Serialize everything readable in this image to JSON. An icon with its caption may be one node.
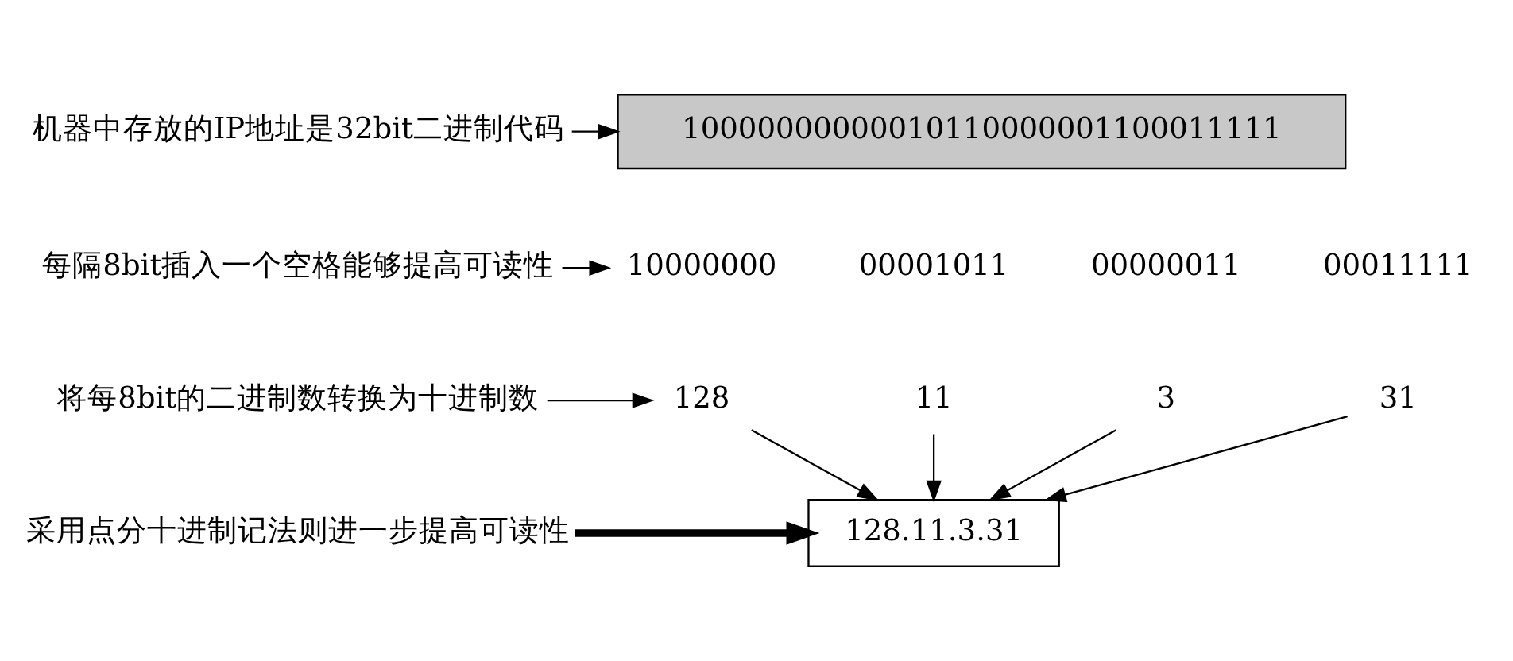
{
  "diagram": {
    "nodes": [
      {
        "text": [
          "机器中存放的IP地址是32bit二进制代码"
        ]
      },
      {
        "text": [
          "10000000000010110000001100011111"
        ]
      },
      {
        "text": [
          "每隔8bit插入一个空格能够提高可读性"
        ]
      },
      {
        "text": [
          "10000000"
        ]
      },
      {
        "text": [
          "00001011"
        ]
      },
      {
        "text": [
          "00000011"
        ]
      },
      {
        "text": [
          "00011111"
        ]
      },
      {
        "text": [
          "将每8bit的二进制数转换为十进制数"
        ]
      },
      {
        "text": [
          "128"
        ]
      },
      {
        "text": [
          "11"
        ]
      },
      {
        "text": [
          "3"
        ]
      },
      {
        "text": [
          "31"
        ]
      },
      {
        "text": [
          "采用点分十进制记法则进一步提高可读性"
        ]
      },
      {
        "text": [
          "128.11.3.31"
        ]
      }
    ],
    "edges": [
      {
        "from": 0,
        "to": 1,
        "arrow": "to"
      },
      {
        "from": 2,
        "to": 3,
        "arrow": "to"
      },
      {
        "from": 7,
        "to": 8,
        "arrow": "to"
      },
      {
        "from": 8,
        "to": 13,
        "arrow": "to"
      },
      {
        "from": 9,
        "to": 13,
        "arrow": "to"
      },
      {
        "from": 10,
        "to": 13,
        "arrow": "to"
      },
      {
        "from": 11,
        "to": 13,
        "arrow": "to"
      },
      {
        "from": 12,
        "to": 13,
        "arrow": "to",
        "style": "thick"
      }
    ]
  }
}
